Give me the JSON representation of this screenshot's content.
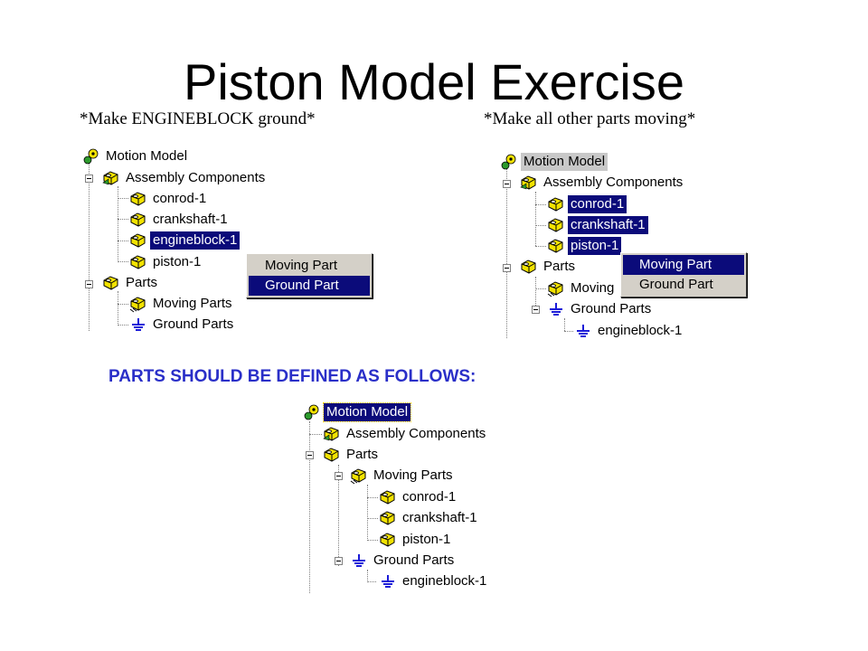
{
  "title": "Piston Model Exercise",
  "notes": {
    "left": "*Make ENGINEBLOCK ground*",
    "right": "*Make all other parts moving*"
  },
  "heading": "PARTS SHOULD BE DEFINED AS FOLLOWS:",
  "colors": {
    "selection": "#0b0b7a",
    "heading": "#2a2fc8",
    "menu": "#d4d0c8"
  },
  "tree1": {
    "root": "Motion Model",
    "assembly": "Assembly Components",
    "components": [
      "conrod-1",
      "crankshaft-1",
      "engineblock-1",
      "piston-1"
    ],
    "parts": "Parts",
    "moving": "Moving Parts",
    "ground": "Ground Parts",
    "menu": {
      "moving": "Moving Part",
      "ground": "Ground Part"
    }
  },
  "tree2": {
    "root": "Motion Model",
    "assembly": "Assembly Components",
    "components": [
      "conrod-1",
      "crankshaft-1",
      "piston-1"
    ],
    "parts": "Parts",
    "moving": "Moving",
    "ground": "Ground Parts",
    "ground_child": "engineblock-1",
    "menu": {
      "moving": "Moving Part",
      "ground": "Ground Part"
    }
  },
  "tree3": {
    "root": "Motion Model",
    "assembly": "Assembly Components",
    "parts": "Parts",
    "moving": "Moving Parts",
    "moving_children": [
      "conrod-1",
      "crankshaft-1",
      "piston-1"
    ],
    "ground": "Ground Parts",
    "ground_child": "engineblock-1"
  },
  "icons": {
    "root": "motion-model-icon",
    "assembly": "assembly-icon",
    "part": "part-block-icon",
    "moving": "moving-parts-icon",
    "ground": "ground-icon"
  }
}
